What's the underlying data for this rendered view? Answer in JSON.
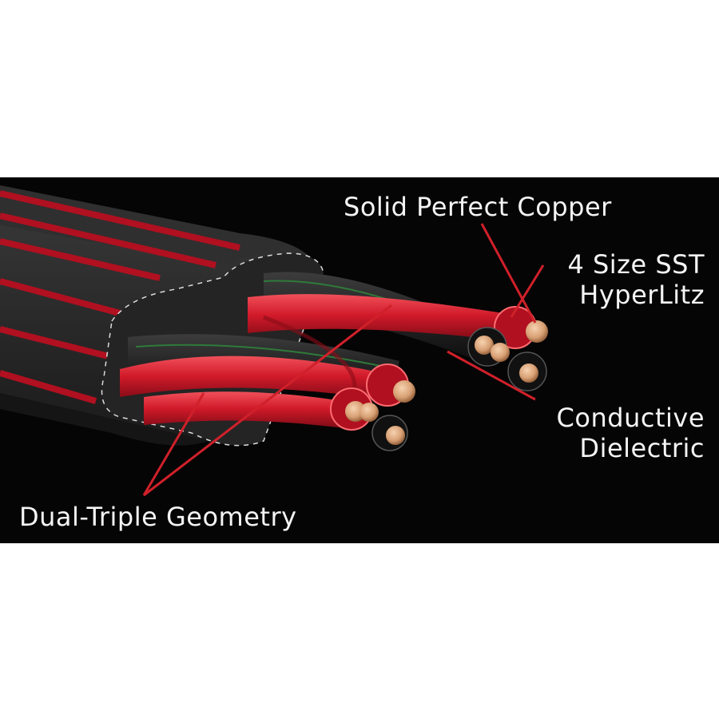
{
  "labels": {
    "copper": "Solid Perfect Copper",
    "hyperlitz_line1": "4 Size SST",
    "hyperlitz_line2": "HyperLitz",
    "dielectric_line1": "Conductive",
    "dielectric_line2": "Dielectric",
    "geometry": "Dual-Triple Geometry"
  },
  "colors": {
    "background": "#ffffff",
    "banner": "#050505",
    "jacket": "#2a2a2a",
    "jacket_stripe": "#b01020",
    "insulation_red": "#d11a2a",
    "copper": "#d8a074",
    "callout_line": "#d0202a",
    "text": "#f4f4f4"
  }
}
